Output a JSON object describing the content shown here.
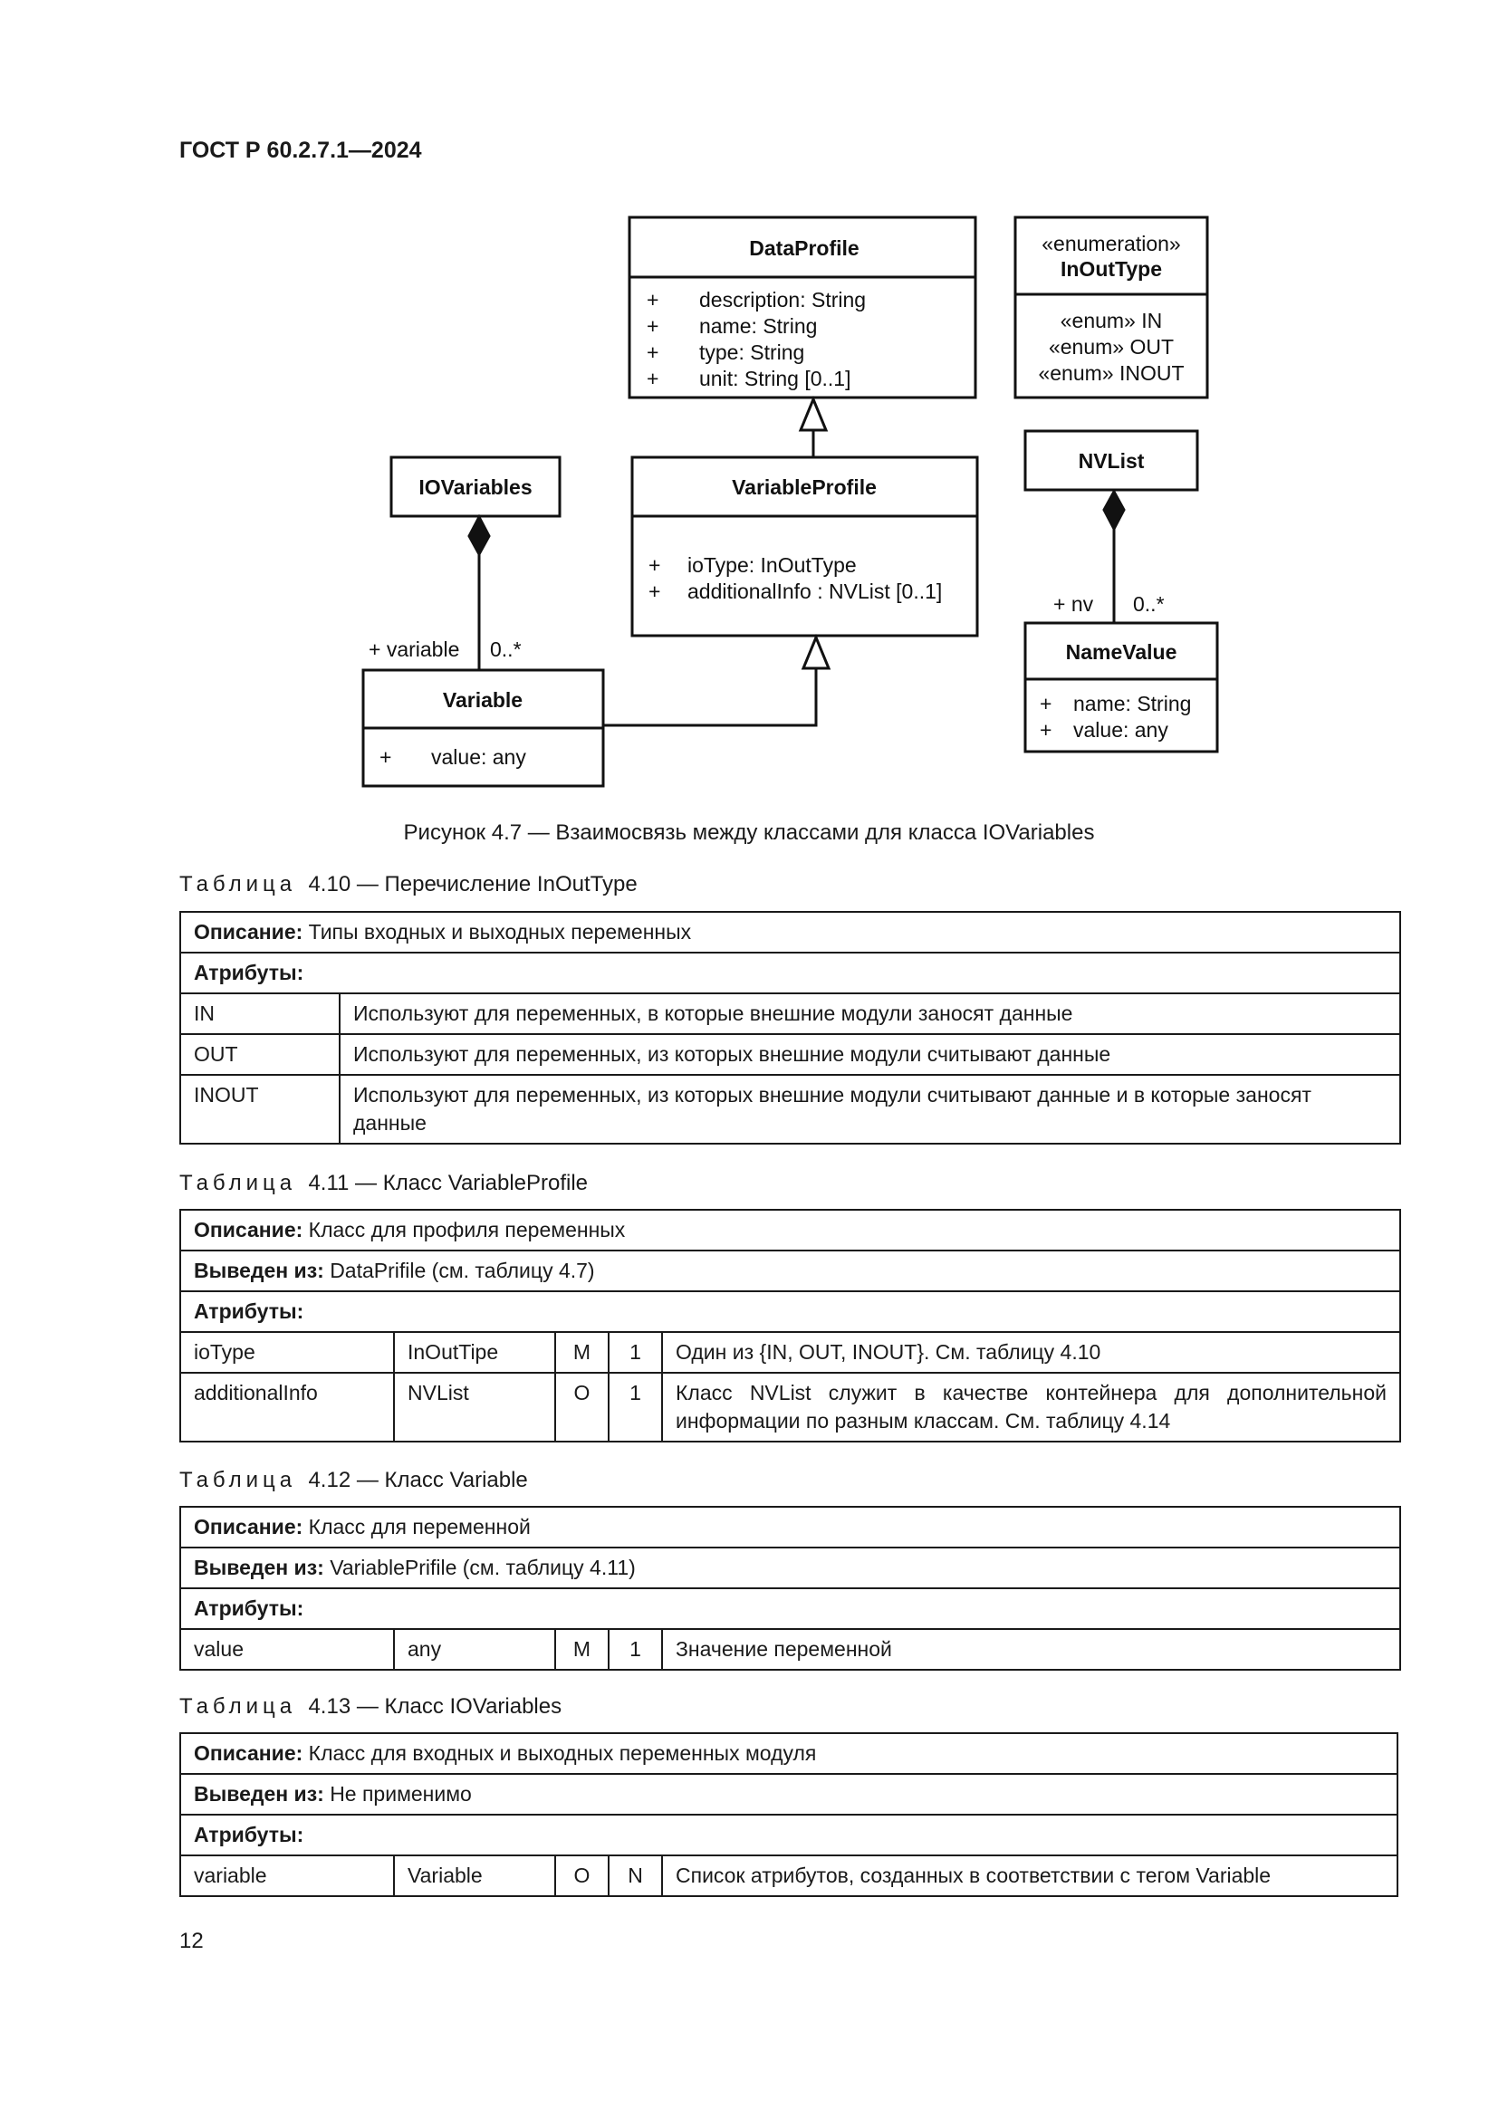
{
  "header": {
    "doc_id": "ГОСТ Р 60.2.7.1—2024"
  },
  "diagram": {
    "data_profile": {
      "name": "DataProfile",
      "attrs": [
        {
          "vis": "+",
          "text": "description: String"
        },
        {
          "vis": "+",
          "text": "name: String"
        },
        {
          "vis": "+",
          "text": "type: String"
        },
        {
          "vis": "+",
          "text": "unit: String [0..1]"
        }
      ]
    },
    "inouttype": {
      "stereotype": "«enumeration»",
      "name": "InOutType",
      "literals": [
        "«enum» IN",
        "«enum» OUT",
        "«enum» INOUT"
      ]
    },
    "iovariables": {
      "name": "IOVariables"
    },
    "variable_profile": {
      "name": "VariableProfile",
      "attrs": [
        {
          "vis": "+",
          "text": "ioType: InOutType"
        },
        {
          "vis": "+",
          "text": "additionalInfo : NVList [0..1]"
        }
      ]
    },
    "nvlist": {
      "name": "NVList"
    },
    "variable": {
      "name": "Variable",
      "attrs": [
        {
          "vis": "+",
          "text": "value: any"
        }
      ]
    },
    "namevalue": {
      "name": "NameValue",
      "attrs": [
        {
          "vis": "+",
          "text": "name: String"
        },
        {
          "vis": "+",
          "text": "value: any"
        }
      ]
    },
    "assoc_iov": {
      "role": "+ variable",
      "mult": "0..*"
    },
    "assoc_nvl": {
      "role": "+ nv",
      "mult": "0..*"
    }
  },
  "figure_caption": "Рисунок 4.7 — Взаимосвязь между классами для класса IOVariables",
  "table_410": {
    "caption_word": "Таблица",
    "caption_rest": "4.10 — Перечисление InOutType",
    "description_label": "Описание:",
    "description_value": "Типы входных и выходных переменных",
    "attributes_label": "Атрибуты:",
    "rows": [
      {
        "name": "IN",
        "desc": "Используют для переменных, в которые внешние модули заносят данные"
      },
      {
        "name": "OUT",
        "desc": "Используют для переменных, из которых внешние модули считывают данные"
      },
      {
        "name": "INOUT",
        "desc": "Используют для переменных, из которых внешние модули считывают данные и в которые заносят данные"
      }
    ]
  },
  "table_411": {
    "caption_word": "Таблица",
    "caption_rest": "4.11 — Класс VariableProfile",
    "description_label": "Описание:",
    "description_value": "Класс для профиля переменных",
    "derived_label": "Выведен из:",
    "derived_value": "DataPrifile (см. таблицу 4.7)",
    "attributes_label": "Атрибуты:",
    "rows": [
      {
        "name": "ioType",
        "type": "InOutTipe",
        "req": "M",
        "card": "1",
        "desc": "Один из {IN, OUT, INOUT}. См. таблицу 4.10"
      },
      {
        "name": "additionalInfo",
        "type": "NVList",
        "req": "O",
        "card": "1",
        "desc": "Класс NVList служит в качестве контейнера для дополнительной информации по разным классам. См. таблицу 4.14"
      }
    ]
  },
  "table_412": {
    "caption_word": "Таблица",
    "caption_rest": "4.12 — Класс Variable",
    "description_label": "Описание:",
    "description_value": "Класс для переменной",
    "derived_label": "Выведен из:",
    "derived_value": "VariablePrifile (см. таблицу 4.11)",
    "attributes_label": "Атрибуты:",
    "rows": [
      {
        "name": "value",
        "type": "any",
        "req": "M",
        "card": "1",
        "desc": "Значение переменной"
      }
    ]
  },
  "table_413": {
    "caption_word": "Таблица",
    "caption_rest": "4.13 — Класс IOVariables",
    "description_label": "Описание:",
    "description_value": "Класс для входных и выходных переменных модуля",
    "derived_label": "Выведен из:",
    "derived_value": "Не применимо",
    "attributes_label": "Атрибуты:",
    "rows": [
      {
        "name": "variable",
        "type": "Variable",
        "req": "O",
        "card": "N",
        "desc": "Список атрибутов, созданных в соответствии с тегом Variable"
      }
    ]
  },
  "page_number": "12"
}
